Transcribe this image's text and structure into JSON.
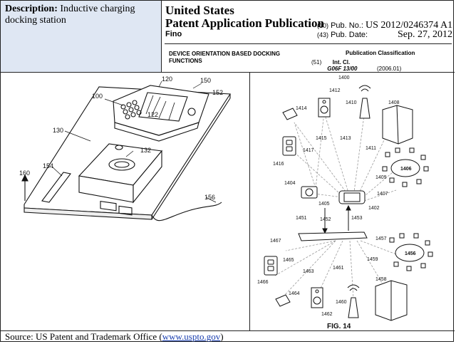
{
  "description": {
    "label": "Description:",
    "text": "Inductive charging docking station"
  },
  "header": {
    "country": "United States",
    "type": "Patent Application Publication",
    "inventor": "Fino",
    "pub_no_code": "(10)",
    "pub_no_label": "Pub. No.:",
    "pub_no_value": "US 2012/0246374 A1",
    "pub_date_code": "(43)",
    "pub_date_label": "Pub. Date:",
    "pub_date_value": "Sep. 27, 2012",
    "title": "DEVICE ORIENTATION BASED DOCKING FUNCTIONS",
    "classification_heading": "Publication Classification",
    "int_cl_code": "(51)",
    "int_cl_label": "Int. Cl.",
    "int_cl_value": "G06F 13/00",
    "int_cl_year": "(2006.01)"
  },
  "figure_left": {
    "labels": {
      "l100": "100",
      "l120": "120",
      "l150": "150",
      "l152": "152",
      "l122": "122",
      "l130": "130",
      "l132": "132",
      "l154": "154",
      "l160": "160",
      "l156": "156"
    }
  },
  "figure_right": {
    "caption": "FIG. 14",
    "labels": {
      "l1400": "1400",
      "l1412": "1412",
      "l1410": "1410",
      "l1414": "1414",
      "l1408": "1408",
      "l1415": "1415",
      "l1413": "1413",
      "l1417": "1417",
      "l1411": "1411",
      "l1416": "1416",
      "l1406": "1406",
      "l1409": "1409",
      "l1404": "1404",
      "l1405": "1405",
      "l1407": "1407",
      "l1402": "1402",
      "l1451": "1451",
      "l1452": "1452",
      "l1453": "1453",
      "l1467": "1467",
      "l1457": "1457",
      "l1456": "1456",
      "l1465": "1465",
      "l1463": "1463",
      "l1461": "1461",
      "l1459": "1459",
      "l1466": "1466",
      "l1458": "1458",
      "l1464": "1464",
      "l1460": "1460",
      "l1462": "1462"
    }
  },
  "footer": {
    "prefix": "Source: US Patent and Trademark Office (",
    "link": "www.uspto.gov",
    "suffix": ")"
  }
}
